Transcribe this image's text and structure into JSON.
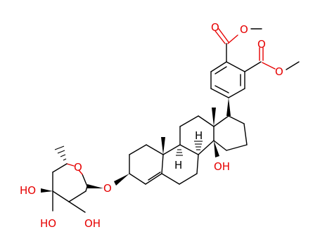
{
  "colors": {
    "bond": "#000000",
    "heteroatom_oxygen": "#e60000",
    "background": "#ffffff"
  },
  "atom_labels": {
    "oxygen": "O",
    "hydrogen": "H",
    "hydroxyl_c14": "OH",
    "hydroxyl_sugar_a": "HO",
    "hydroxyl_sugar_b": "HO",
    "hydroxyl_sugar_c": "OH"
  }
}
